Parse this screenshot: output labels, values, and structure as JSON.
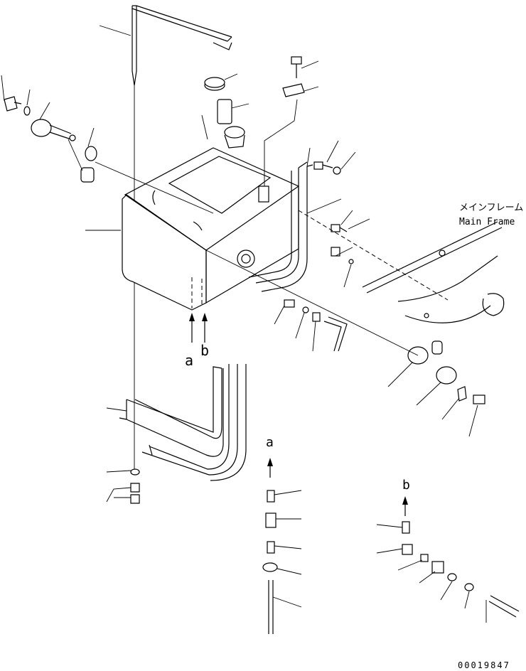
{
  "labels": {
    "main_frame_jp": "メインフレーム",
    "main_frame_en": "Main Frame",
    "callout_a": "a",
    "callout_b": "b",
    "detail_a": "a",
    "detail_b": "b",
    "drawing_number": "00019847"
  }
}
